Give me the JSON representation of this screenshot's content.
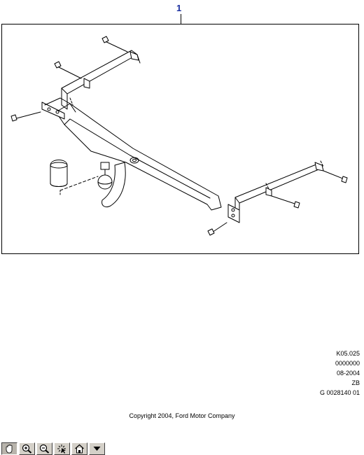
{
  "diagram": {
    "callout_number": "1"
  },
  "reference": {
    "lines": [
      "K05.025",
      "0000000",
      "08-2004",
      "ZB",
      "G 0028140 01"
    ]
  },
  "footer": {
    "copyright": "Copyright 2004, Ford Motor Company"
  },
  "toolbar": {
    "buttons": [
      {
        "name": "pan-hand-icon",
        "active": true
      },
      {
        "name": "zoom-in-icon",
        "active": false
      },
      {
        "name": "zoom-out-icon",
        "active": false
      },
      {
        "name": "pointer-select-icon",
        "active": false
      },
      {
        "name": "home-icon",
        "active": false
      },
      {
        "name": "dropdown-arrow-icon",
        "active": false
      }
    ]
  }
}
